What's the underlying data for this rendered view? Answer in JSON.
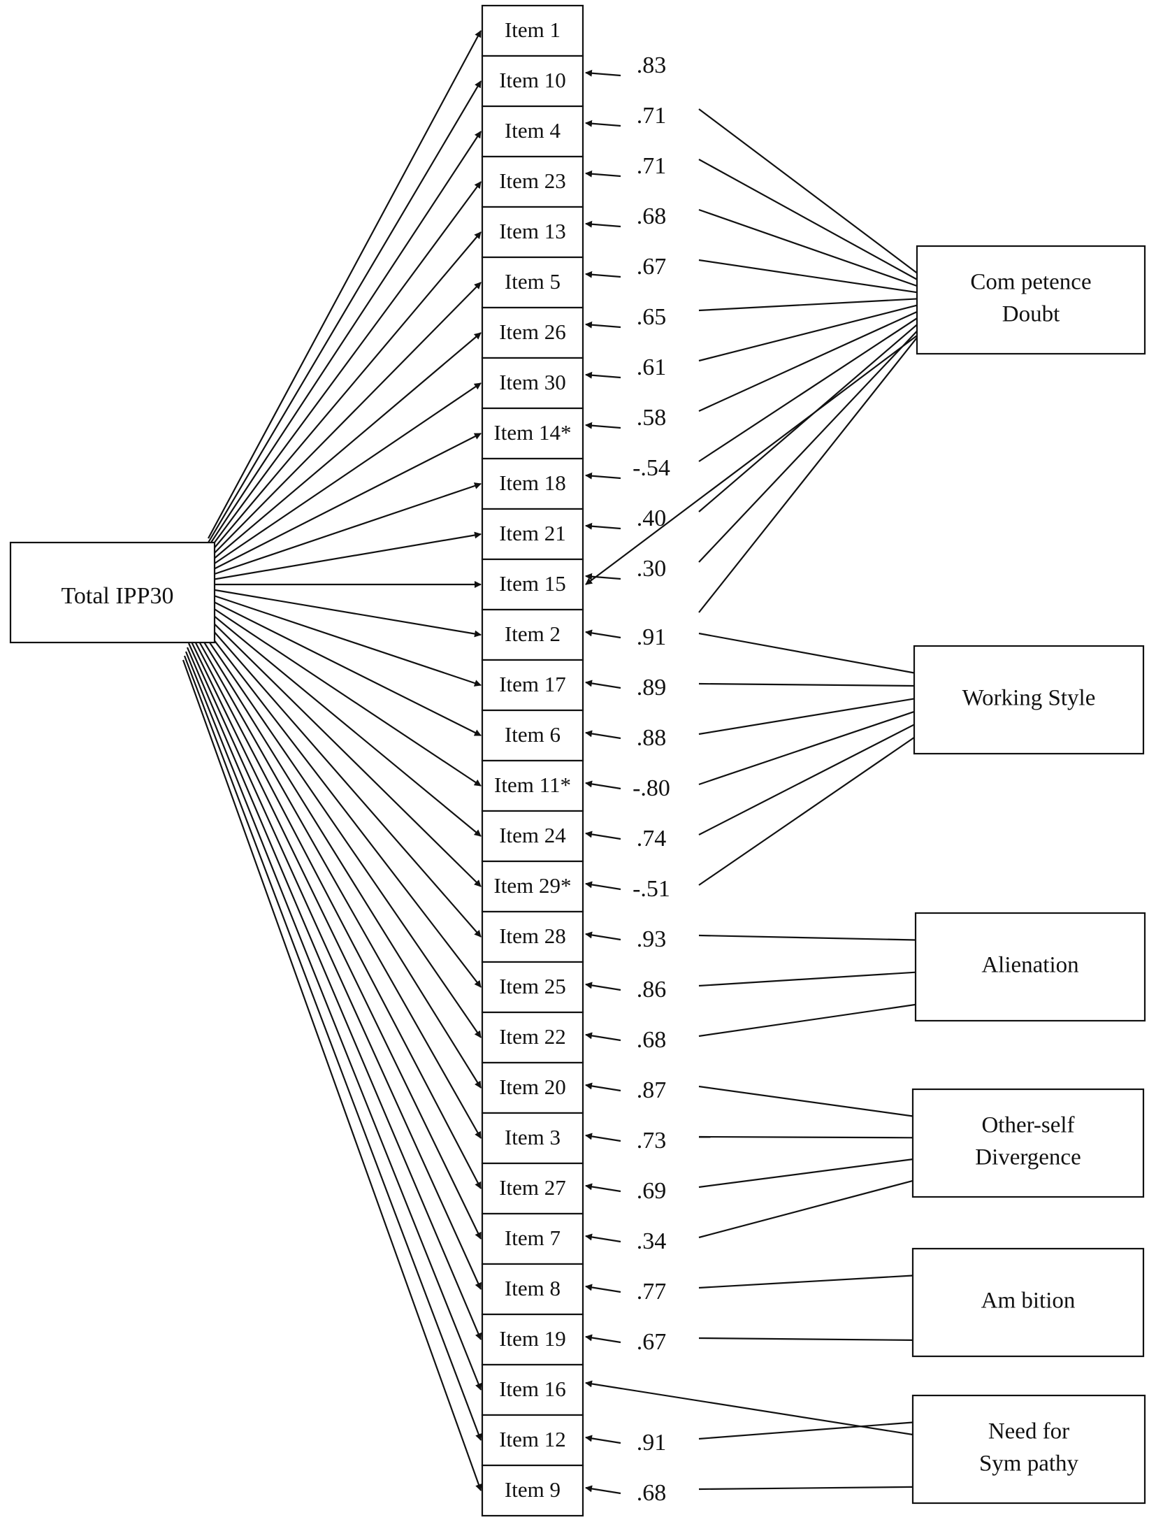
{
  "total_node": {
    "label": "Total IPP30"
  },
  "items": [
    "Item 1",
    "Item 10",
    "Item 4",
    "Item 23",
    "Item 13",
    "Item 5",
    "Item 26",
    "Item 30",
    "Item 14*",
    "Item 18",
    "Item 21",
    "Item 15",
    "Item 2",
    "Item 17",
    "Item 6",
    "Item 11*",
    "Item 24",
    "Item 29*",
    "Item 28",
    "Item 25",
    "Item 22",
    "Item 20",
    "Item 3",
    "Item 27",
    "Item 7",
    "Item 8",
    "Item 19",
    "Item 16",
    "Item 12",
    "Item 9"
  ],
  "factors": [
    {
      "lines": [
        "Com petence",
        "Doubt"
      ]
    },
    {
      "lines": [
        "Working Style"
      ]
    },
    {
      "lines": [
        "Alienation"
      ]
    },
    {
      "lines": [
        "Other-self",
        "Divergence"
      ]
    },
    {
      "lines": [
        "Am bition"
      ]
    },
    {
      "lines": [
        "Need for",
        "Sym pathy"
      ]
    }
  ],
  "loadings": [
    ".83",
    ".71",
    ".71",
    ".68",
    ".67",
    ".65",
    ".61",
    ".58",
    "-.54",
    ".40",
    ".30",
    ".91",
    ".89",
    ".88",
    "-.80",
    ".74",
    "-.51",
    ".93",
    ".86",
    ".68",
    ".87",
    ".73",
    ".69",
    ".34",
    ".77",
    ".67",
    ".91",
    ".68"
  ]
}
